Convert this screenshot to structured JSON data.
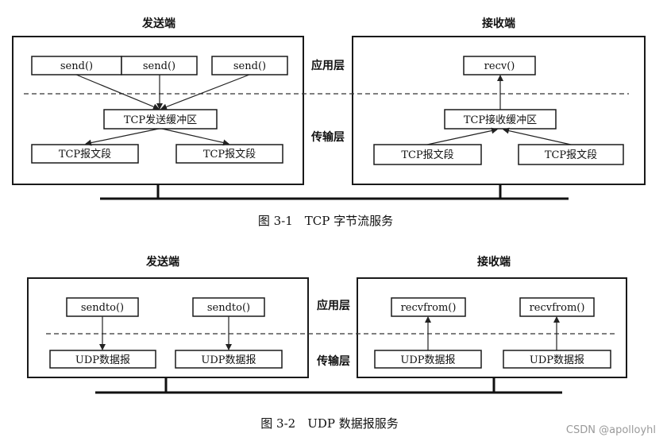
{
  "tcp": {
    "sender_title": "发送端",
    "receiver_title": "接收端",
    "layer_app": "应用层",
    "layer_transport": "传输层",
    "send_calls": [
      "send()",
      "send()",
      "send()"
    ],
    "send_buffer": "TCP发送缓冲区",
    "send_segments": [
      "TCP报文段",
      "TCP报文段"
    ],
    "recv_call": "recv()",
    "recv_buffer": "TCP接收缓冲区",
    "recv_segments": [
      "TCP报文段",
      "TCP报文段"
    ],
    "caption": "图 3-1　TCP 字节流服务"
  },
  "udp": {
    "sender_title": "发送端",
    "receiver_title": "接收端",
    "layer_app": "应用层",
    "layer_transport": "传输层",
    "send_calls": [
      "sendto()",
      "sendto()"
    ],
    "send_datagrams": [
      "UDP数据报",
      "UDP数据报"
    ],
    "recv_calls": [
      "recvfrom()",
      "recvfrom()"
    ],
    "recv_datagrams": [
      "UDP数据报",
      "UDP数据报"
    ],
    "caption": "图 3-2　UDP 数据报服务"
  },
  "watermark": "CSDN @apolloyhl"
}
